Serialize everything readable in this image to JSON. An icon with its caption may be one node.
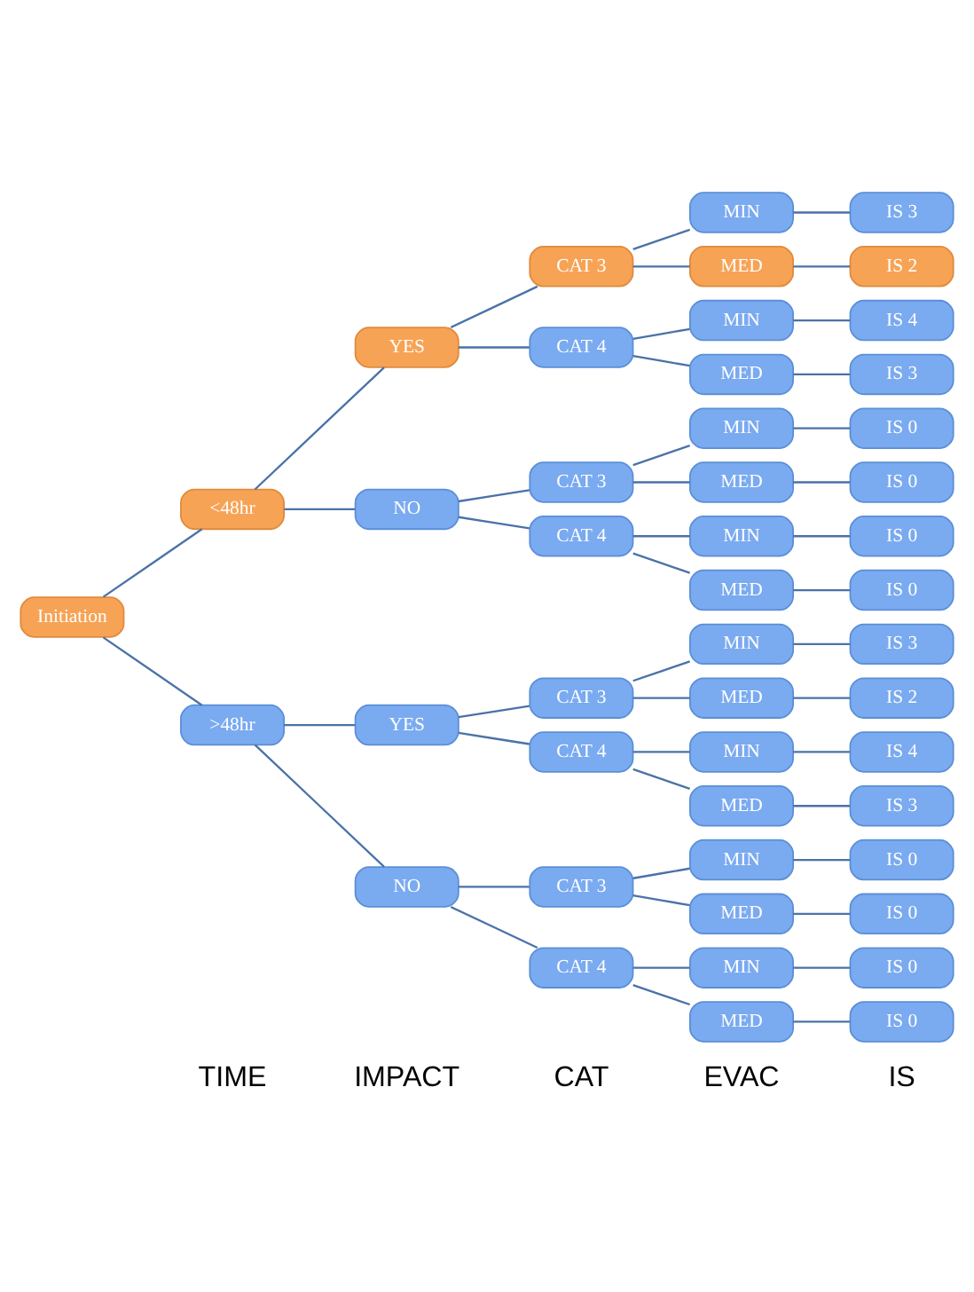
{
  "diagram": {
    "nodes": [
      {
        "text": [
          "Initiation"
        ]
      },
      {
        "text": [
          "<48hr"
        ]
      },
      {
        "text": [
          "YES"
        ]
      },
      {
        "text": [
          "CAT 3"
        ]
      },
      {
        "text": [
          "MIN"
        ]
      },
      {
        "text": [
          "IS 3"
        ]
      },
      {
        "text": [
          "MED"
        ]
      },
      {
        "text": [
          "IS 2"
        ]
      },
      {
        "text": [
          "CAT 4"
        ]
      },
      {
        "text": [
          "MIN"
        ]
      },
      {
        "text": [
          "IS 4"
        ]
      },
      {
        "text": [
          "MED"
        ]
      },
      {
        "text": [
          "IS 3"
        ]
      },
      {
        "text": [
          "NO"
        ]
      },
      {
        "text": [
          "CAT 3"
        ]
      },
      {
        "text": [
          "MIN"
        ]
      },
      {
        "text": [
          "IS 0"
        ]
      },
      {
        "text": [
          "MED"
        ]
      },
      {
        "text": [
          "IS 0"
        ]
      },
      {
        "text": [
          "CAT 4"
        ]
      },
      {
        "text": [
          "MIN"
        ]
      },
      {
        "text": [
          "IS 0"
        ]
      },
      {
        "text": [
          "MED"
        ]
      },
      {
        "text": [
          "IS 0"
        ]
      },
      {
        "text": [
          ">48hr"
        ]
      },
      {
        "text": [
          "YES"
        ]
      },
      {
        "text": [
          "CAT 3"
        ]
      },
      {
        "text": [
          "MIN"
        ]
      },
      {
        "text": [
          "IS 3"
        ]
      },
      {
        "text": [
          "MED"
        ]
      },
      {
        "text": [
          "IS 2"
        ]
      },
      {
        "text": [
          "CAT 4"
        ]
      },
      {
        "text": [
          "MIN"
        ]
      },
      {
        "text": [
          "IS 4"
        ]
      },
      {
        "text": [
          "MED"
        ]
      },
      {
        "text": [
          "IS 3"
        ]
      },
      {
        "text": [
          "NO"
        ]
      },
      {
        "text": [
          "CAT 3"
        ]
      },
      {
        "text": [
          "MIN"
        ]
      },
      {
        "text": [
          "IS 0"
        ]
      },
      {
        "text": [
          "MED"
        ]
      },
      {
        "text": [
          "IS 0"
        ]
      },
      {
        "text": [
          "CAT 4"
        ]
      },
      {
        "text": [
          "MIN"
        ]
      },
      {
        "text": [
          "IS 0"
        ]
      },
      {
        "text": [
          "MED"
        ]
      },
      {
        "text": [
          "IS 0"
        ]
      }
    ],
    "edges": [
      {
        "from": 0,
        "to": 1,
        "arrow": "none"
      },
      {
        "from": 1,
        "to": 2,
        "arrow": "none"
      },
      {
        "from": 2,
        "to": 3,
        "arrow": "none"
      },
      {
        "from": 3,
        "to": 4,
        "arrow": "none"
      },
      {
        "from": 4,
        "to": 5,
        "arrow": "none"
      },
      {
        "from": 3,
        "to": 6,
        "arrow": "none"
      },
      {
        "from": 6,
        "to": 7,
        "arrow": "none"
      },
      {
        "from": 2,
        "to": 8,
        "arrow": "none"
      },
      {
        "from": 8,
        "to": 9,
        "arrow": "none"
      },
      {
        "from": 9,
        "to": 10,
        "arrow": "none"
      },
      {
        "from": 8,
        "to": 11,
        "arrow": "none"
      },
      {
        "from": 11,
        "to": 12,
        "arrow": "none"
      },
      {
        "from": 1,
        "to": 13,
        "arrow": "none"
      },
      {
        "from": 13,
        "to": 14,
        "arrow": "none"
      },
      {
        "from": 14,
        "to": 15,
        "arrow": "none"
      },
      {
        "from": 15,
        "to": 16,
        "arrow": "none"
      },
      {
        "from": 14,
        "to": 17,
        "arrow": "none"
      },
      {
        "from": 17,
        "to": 18,
        "arrow": "none"
      },
      {
        "from": 13,
        "to": 19,
        "arrow": "none"
      },
      {
        "from": 19,
        "to": 20,
        "arrow": "none"
      },
      {
        "from": 20,
        "to": 21,
        "arrow": "none"
      },
      {
        "from": 19,
        "to": 22,
        "arrow": "none"
      },
      {
        "from": 22,
        "to": 23,
        "arrow": "none"
      },
      {
        "from": 0,
        "to": 24,
        "arrow": "none"
      },
      {
        "from": 24,
        "to": 25,
        "arrow": "none"
      },
      {
        "from": 25,
        "to": 26,
        "arrow": "none"
      },
      {
        "from": 26,
        "to": 27,
        "arrow": "none"
      },
      {
        "from": 27,
        "to": 28,
        "arrow": "none"
      },
      {
        "from": 26,
        "to": 29,
        "arrow": "none"
      },
      {
        "from": 29,
        "to": 30,
        "arrow": "none"
      },
      {
        "from": 25,
        "to": 31,
        "arrow": "none"
      },
      {
        "from": 31,
        "to": 32,
        "arrow": "none"
      },
      {
        "from": 32,
        "to": 33,
        "arrow": "none"
      },
      {
        "from": 31,
        "to": 34,
        "arrow": "none"
      },
      {
        "from": 34,
        "to": 35,
        "arrow": "none"
      },
      {
        "from": 24,
        "to": 36,
        "arrow": "none"
      },
      {
        "from": 36,
        "to": 37,
        "arrow": "none"
      },
      {
        "from": 37,
        "to": 38,
        "arrow": "none"
      },
      {
        "from": 38,
        "to": 39,
        "arrow": "none"
      },
      {
        "from": 37,
        "to": 40,
        "arrow": "none"
      },
      {
        "from": 40,
        "to": 41,
        "arrow": "none"
      },
      {
        "from": 36,
        "to": 42,
        "arrow": "none"
      },
      {
        "from": 42,
        "to": 43,
        "arrow": "none"
      },
      {
        "from": 43,
        "to": 44,
        "arrow": "none"
      },
      {
        "from": 42,
        "to": 45,
        "arrow": "none"
      },
      {
        "from": 45,
        "to": 46,
        "arrow": "none"
      }
    ],
    "labels": [
      "TIME",
      "IMPACT",
      "CAT",
      "EVAC",
      "IS"
    ]
  }
}
